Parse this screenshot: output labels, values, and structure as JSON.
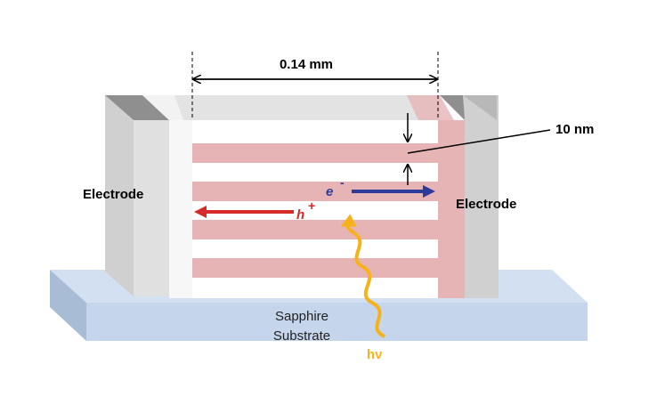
{
  "dimension": {
    "width_label": "0.14 mm",
    "thickness_label": "10 nm"
  },
  "electrodes": {
    "left_label": "Electrode",
    "right_label": "Electrode"
  },
  "substrate": {
    "line1": "Sapphire",
    "line2": "Substrate"
  },
  "carriers": {
    "electron_symbol": "e",
    "electron_charge": "-",
    "hole_symbol": "h",
    "hole_charge": "+"
  },
  "light": {
    "label": "hν"
  },
  "colors": {
    "substrate_fill": "#c5d6ec",
    "substrate_side": "#a9bcd6",
    "electrode_fill": "#d6d6d6",
    "electrode_dark": "#9a9a9a",
    "layer_pink": "#e7b4b6",
    "electron_arrow": "#2e3a9a",
    "hole_arrow": "#d42a2a",
    "photon": "#f7b21b"
  }
}
